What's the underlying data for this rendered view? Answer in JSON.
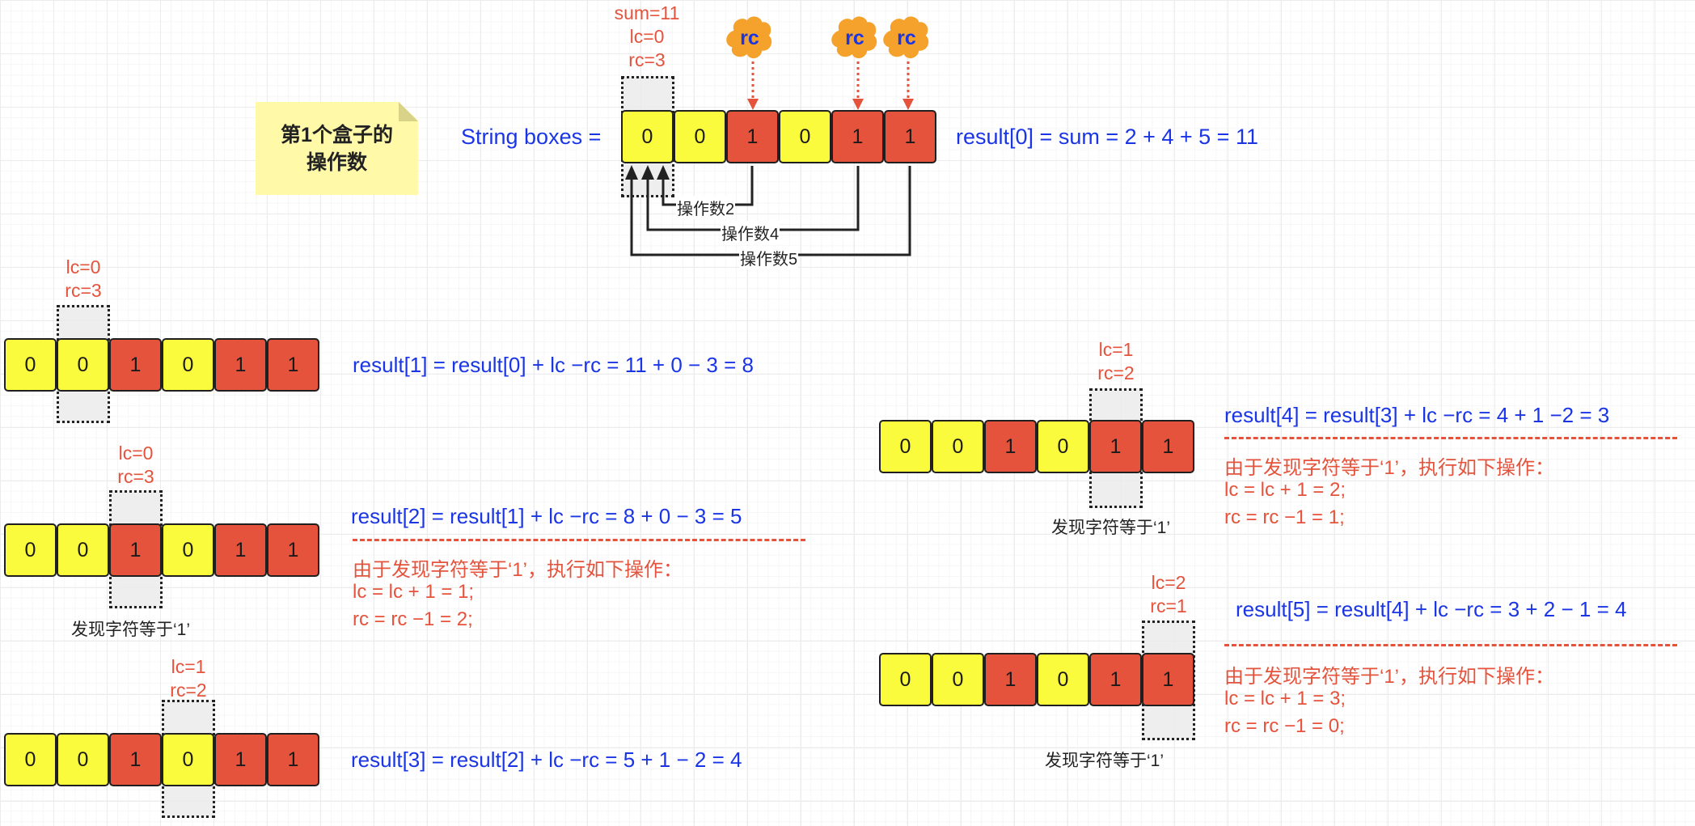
{
  "note": {
    "line1": "第1个盒子的",
    "line2": "操作数"
  },
  "top": {
    "prefix": "String boxes =",
    "boxes": [
      "0",
      "0",
      "1",
      "0",
      "1",
      "1"
    ],
    "state": {
      "sum": "sum=11",
      "lc": "lc=0",
      "rc": "rc=3"
    },
    "cloud_label": "rc",
    "formula": "result[0] = sum = 2 + 4 + 5 = 11",
    "ops": [
      "操作数2",
      "操作数4",
      "操作数5"
    ]
  },
  "r1": {
    "boxes": [
      "0",
      "0",
      "1",
      "0",
      "1",
      "1"
    ],
    "lc": "lc=0",
    "rc": "rc=3",
    "formula": "result[1] = result[0] + lc −rc = 11 + 0 − 3 = 8"
  },
  "r2": {
    "boxes": [
      "0",
      "0",
      "1",
      "0",
      "1",
      "1"
    ],
    "lc": "lc=0",
    "rc": "rc=3",
    "formula": "result[2] = result[1] + lc −rc = 8 + 0 − 3 = 5",
    "found": "发现字符等于‘1’",
    "line1": "由于发现字符等于‘1’，执行如下操作：",
    "line2": "lc = lc + 1 = 1;",
    "line3": "rc = rc −1 = 2;"
  },
  "r3": {
    "boxes": [
      "0",
      "0",
      "1",
      "0",
      "1",
      "1"
    ],
    "lc": "lc=1",
    "rc": "rc=2",
    "formula": "result[3] = result[2] + lc −rc = 5 + 1 − 2 = 4"
  },
  "r4": {
    "boxes": [
      "0",
      "0",
      "1",
      "0",
      "1",
      "1"
    ],
    "lc": "lc=1",
    "rc": "rc=2",
    "formula": "result[4] = result[3] + lc −rc = 4 + 1 −2 = 3",
    "found": "发现字符等于‘1’",
    "line1": "由于发现字符等于‘1’，执行如下操作：",
    "line2": "lc = lc + 1 = 2;",
    "line3": "rc = rc −1 = 1;"
  },
  "r5": {
    "boxes": [
      "0",
      "0",
      "1",
      "0",
      "1",
      "1"
    ],
    "lc": "lc=2",
    "rc": "rc=1",
    "formula": "result[5] = result[4] + lc −rc = 3 + 2 − 1 = 4",
    "found": "发现字符等于‘1’",
    "line1": "由于发现字符等于‘1’，执行如下操作：",
    "line2": "lc = lc + 1 = 3;",
    "line3": "rc = rc −1 = 0;"
  },
  "colors": {
    "yellow": "#fbfb3e",
    "red": "#e5533c",
    "blue": "#1a35e6"
  }
}
